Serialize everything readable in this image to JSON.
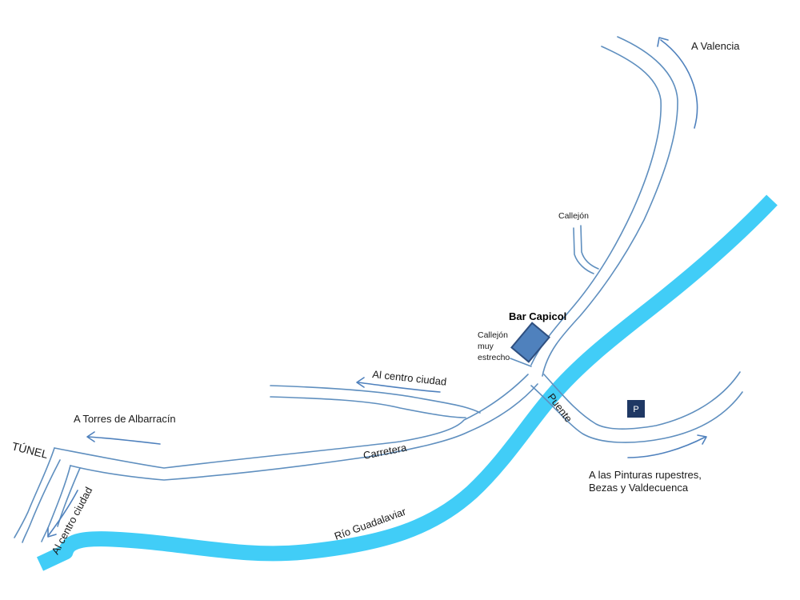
{
  "map": {
    "colors": {
      "road": "#5f8fbf",
      "river": "#41cdf7",
      "arrow": "#4f81bd",
      "bar": "#4f81bd",
      "bar_border": "#2f4f7f",
      "parking": "#1f3864"
    },
    "labels": {
      "valencia": "A Valencia",
      "callejon": "Callejón",
      "bar": "Bar Capicol",
      "callejon_estrecho_1": "Callejón",
      "callejon_estrecho_2": "muy",
      "callejon_estrecho_3": "estrecho",
      "centro_ciudad_top": "Al centro ciudad",
      "torres": "A Torres de Albarracín",
      "tunel": "TÚNEL",
      "carretera": "Carretera",
      "puente": "Puente",
      "parking": "P",
      "pinturas_1": "A las Pinturas rupestres,",
      "pinturas_2": "Bezas y Valdecuenca",
      "rio": "Río Guadalaviar",
      "centro_ciudad_left": "Al centro ciudad"
    }
  }
}
